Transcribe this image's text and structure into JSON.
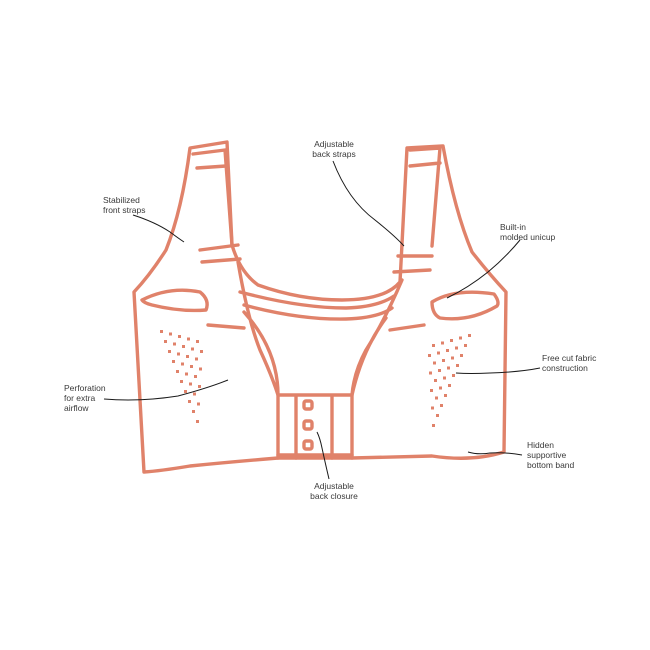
{
  "colors": {
    "outline": "#e0826a",
    "leader": "#1a1a1a",
    "label_text": "#3a3a3a",
    "background": "#ffffff"
  },
  "callouts": [
    {
      "id": "adjustable-back-straps",
      "text": "Adjustable\nback straps"
    },
    {
      "id": "stabilized-front-straps",
      "text": "Stabilized\nfront straps"
    },
    {
      "id": "built-in-molded-unicup",
      "text": "Built-in\nmolded unicup"
    },
    {
      "id": "free-cut-fabric-construction",
      "text": "Free cut fabric\nconstruction"
    },
    {
      "id": "perforation-for-extra-airflow",
      "text": "Perforation\nfor extra\nairflow"
    },
    {
      "id": "hidden-supportive-bottom-band",
      "text": "Hidden\nsupportive\nbottom band"
    },
    {
      "id": "adjustable-back-closure",
      "text": "Adjustable\nback closure"
    }
  ]
}
